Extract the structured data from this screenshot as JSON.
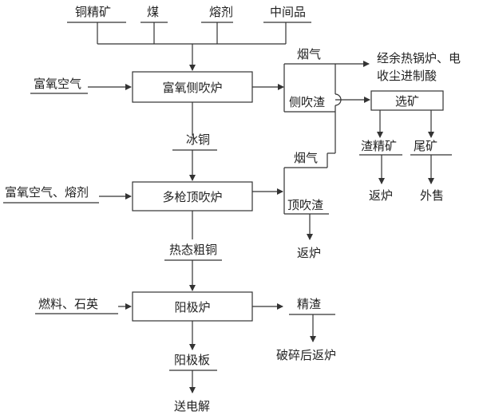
{
  "inputs": {
    "copper_concentrate": "铜精矿",
    "coal": "煤",
    "flux": "熔剂",
    "intermediate": "中间品",
    "oxygen_air_1": "富氧空气",
    "oxygen_air_flux": "富氧空气、熔剂",
    "fuel_quartz": "燃料、石英"
  },
  "furnaces": {
    "side_blow": "富氧侧吹炉",
    "multi_lance": "多枪顶吹炉",
    "anode": "阳极炉"
  },
  "products": {
    "matte": "冰铜",
    "hot_blister": "热态粗铜",
    "anode_plate": "阳极板",
    "to_electrolysis": "送电解"
  },
  "side_outputs": {
    "flue_gas_1": "烟气",
    "side_slag": "侧吹渣",
    "flue_gas_2": "烟气",
    "top_slag": "顶吹渣",
    "refined_slag": "精渣"
  },
  "gas_treatment": {
    "line1": "经余热锅炉、电",
    "line2": "收尘进制酸"
  },
  "beneficiation": {
    "box": "选矿",
    "concentrate": "渣精矿",
    "tailings": "尾矿",
    "return_1": "返炉",
    "external": "外售"
  },
  "returns": {
    "top_slag_return": "返炉",
    "crush_return": "破碎后返炉"
  }
}
